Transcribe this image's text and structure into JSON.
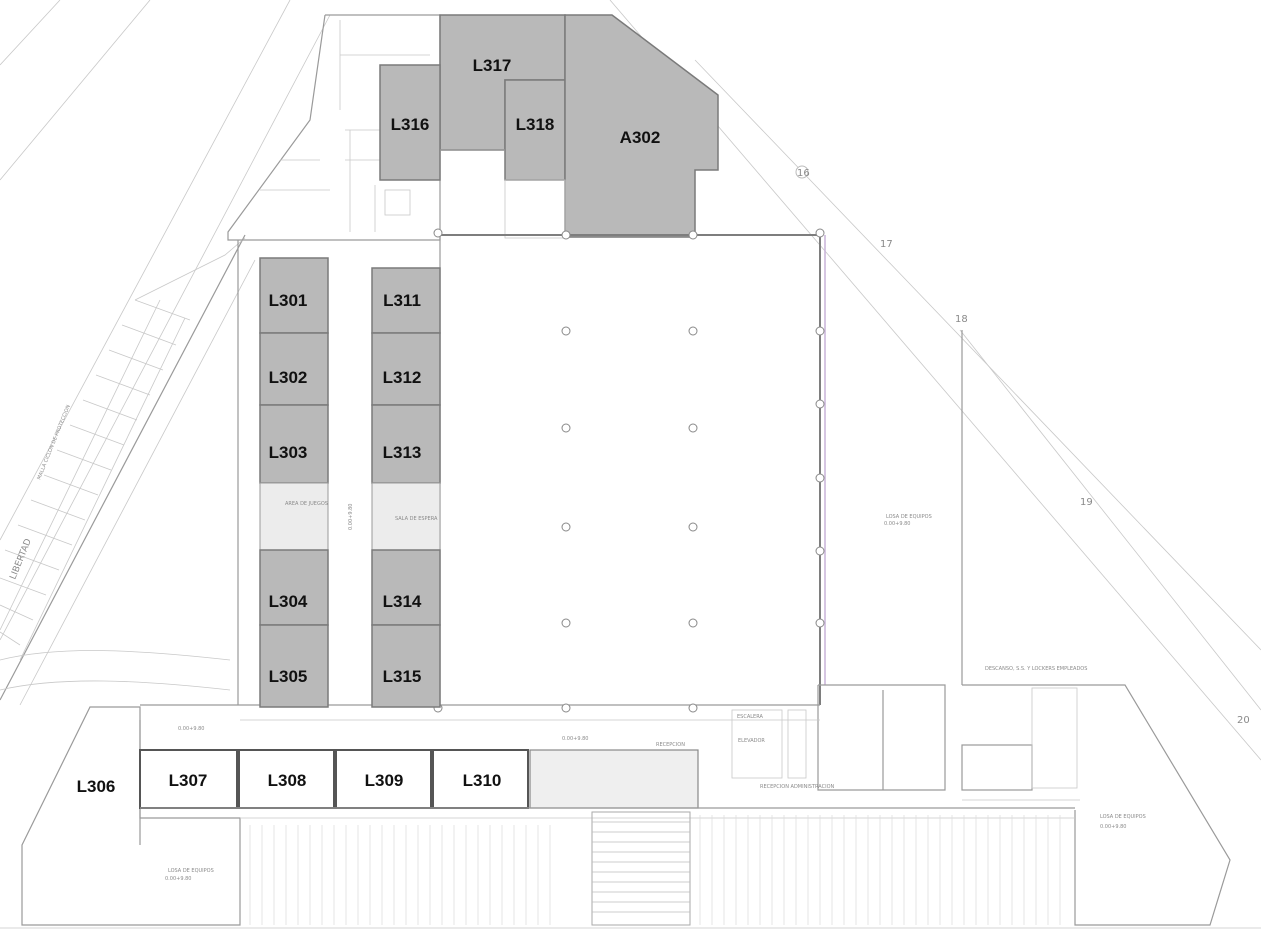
{
  "units": {
    "L301": "L301",
    "L302": "L302",
    "L303": "L303",
    "L304": "L304",
    "L305": "L305",
    "L306": "L306",
    "L307": "L307",
    "L308": "L308",
    "L309": "L309",
    "L310": "L310",
    "L311": "L311",
    "L312": "L312",
    "L313": "L313",
    "L314": "L314",
    "L315": "L315",
    "L316": "L316",
    "L317": "L317",
    "L318": "L318",
    "A302": "A302"
  },
  "annotations": {
    "malla": "MALLA CICLON DE PROTECCION",
    "libertad": "LIBERTAD",
    "area_juegos": "AREA DE JUEGOS",
    "sala_espera": "SALA DE ESPERA",
    "losa_equipos_center": "LOSA DE EQUIPOS",
    "losa_equipos_level": "0.00+9.80",
    "descanso": "DESCANSO, S.S. Y LOCKERS EMPLEADOS",
    "recepcion": "RECEPCION",
    "recepcion_level": "0.00+9.80",
    "level_left": "0.00+9.80",
    "level_mid": "0.00+9.80",
    "losa_left": "LOSA DE EQUIPOS",
    "losa_left_level": "0.00+9.80",
    "losa_right": "LOSA DE EQUIPOS",
    "losa_right_level": "0.00+9.80",
    "escalera": "ESCALERA",
    "elevador": "ELEVADOR",
    "recepcion_admin": "RECEPCION ADMINISTRACION",
    "grid_16": "16",
    "grid_17": "17",
    "grid_18": "18",
    "grid_19": "19",
    "grid_20": "20"
  },
  "colors": {
    "unit_fill": "#b9b9b9",
    "wall": "#9a9a9a",
    "background": "#ffffff"
  }
}
